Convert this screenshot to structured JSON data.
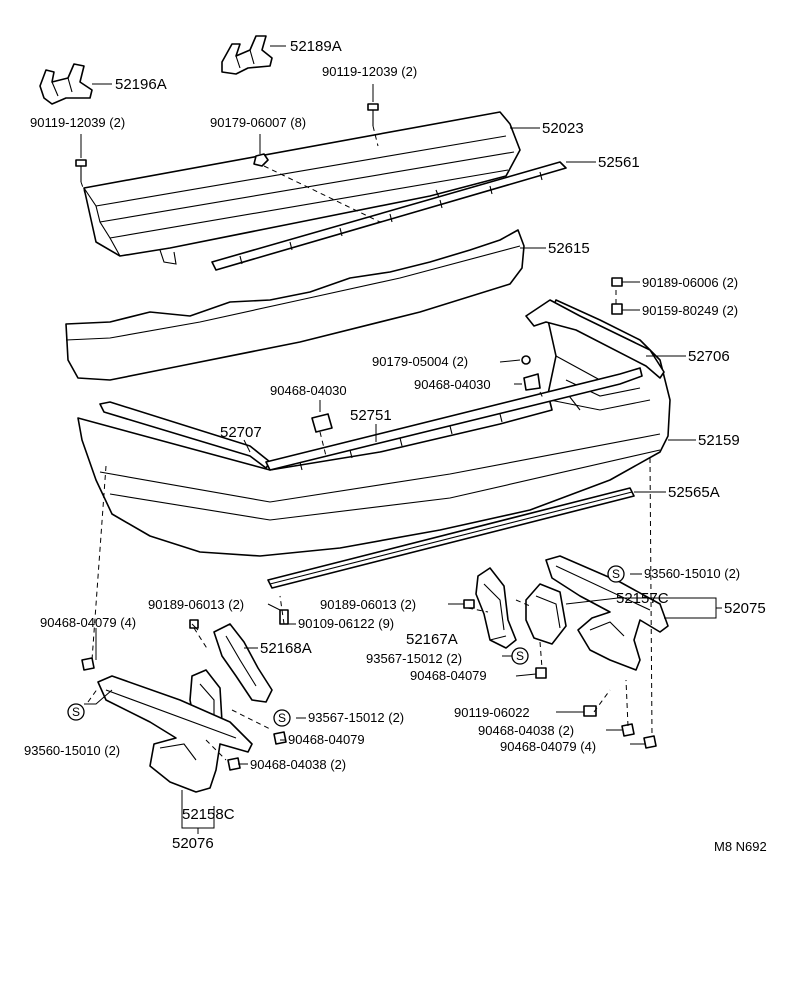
{
  "diagram_code": "M8 N692",
  "parts": {
    "p52189A": "52189A",
    "p52196A": "52196A",
    "p90119_12039_a": "90119-12039 (2)",
    "p90119_12039_b": "90119-12039 (2)",
    "p90179_06007": "90179-06007 (8)",
    "p52023": "52023",
    "p52561": "52561",
    "p52615": "52615",
    "p90189_06006": "90189-06006 (2)",
    "p90159_80249": "90159-80249 (2)",
    "p90179_05004": "90179-05004 (2)",
    "p52706": "52706",
    "p90468_04030_a": "90468-04030",
    "p90468_04030_b": "90468-04030",
    "p52751": "52751",
    "p52707": "52707",
    "p52159": "52159",
    "p52565A": "52565A",
    "p93560_15010_r": "93560-15010 (2)",
    "p90189_06013_r": "90189-06013 (2)",
    "p52157C": "52157C",
    "p52075": "52075",
    "p90189_06013_l": "90189-06013 (2)",
    "p90109_06122": "90109-06122 (9)",
    "p90468_04079_a": "90468-04079 (4)",
    "p52167A": "52167A",
    "p93567_15012_r": "93567-15012 (2)",
    "p52168A": "52168A",
    "p90468_04079_b": "90468-04079",
    "p90119_06022": "90119-06022",
    "p93567_15012_l": "93567-15012 (2)",
    "p90468_04038_r": "90468-04038 (2)",
    "p90468_04079_c": "90468-04079",
    "p90468_04079_d": "90468-04079 (4)",
    "p93560_15010_l": "93560-15010 (2)",
    "p90468_04038_l": "90468-04038 (2)",
    "p52158C": "52158C",
    "p52076": "52076"
  },
  "s_marker": "S"
}
